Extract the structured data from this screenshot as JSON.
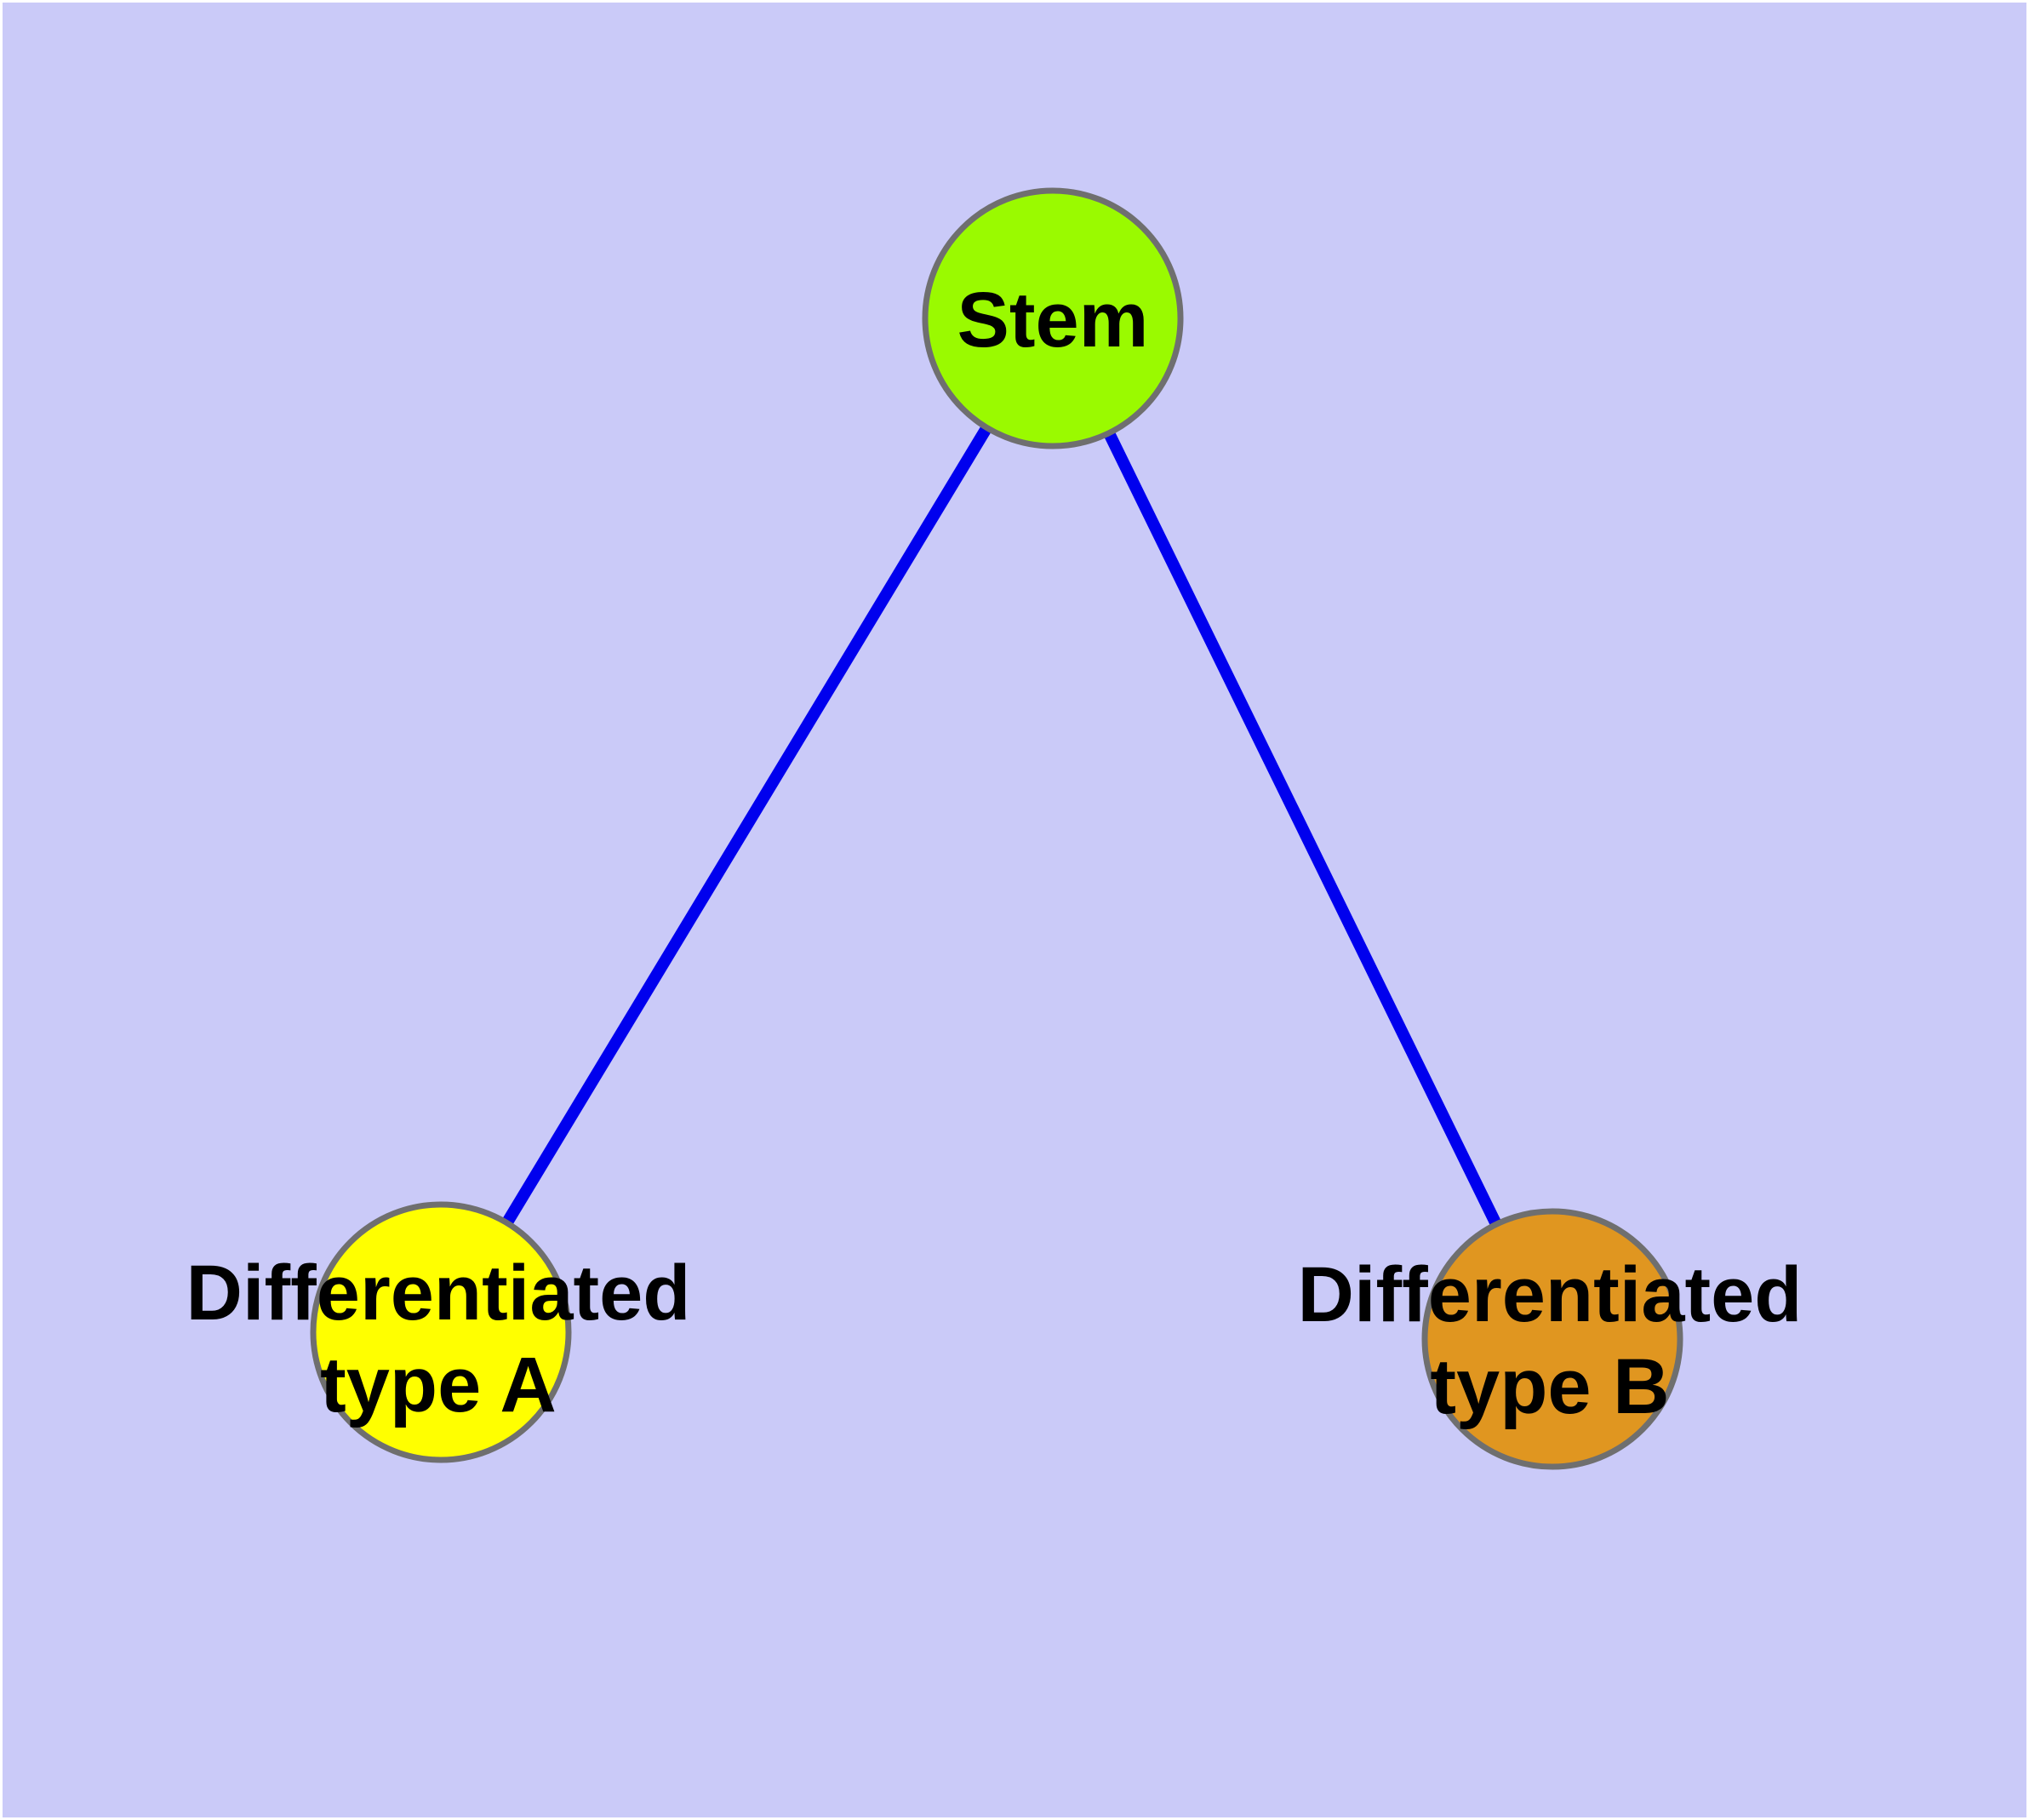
{
  "diagram": {
    "type": "graph",
    "background_color": "#cacaf8",
    "frame_color": "#ffffff",
    "edge_color": "#0000ee",
    "node_border_color": "#6f6f6f",
    "text_color": "#000000",
    "nodes": [
      {
        "id": "stem",
        "label": "Stem",
        "color": "#9afa00"
      },
      {
        "id": "type-a",
        "label": "Differentiated type A",
        "label_lines": [
          "Differentiated",
          "type A"
        ],
        "color": "#ffff00"
      },
      {
        "id": "type-b",
        "label": "Differentiated type B",
        "label_lines": [
          "Differentiated",
          "type B"
        ],
        "color": "#e09620"
      }
    ],
    "edges": [
      {
        "from": "Stem",
        "to": "Differentiated type A"
      },
      {
        "from": "Stem",
        "to": "Differentiated type B"
      }
    ]
  }
}
